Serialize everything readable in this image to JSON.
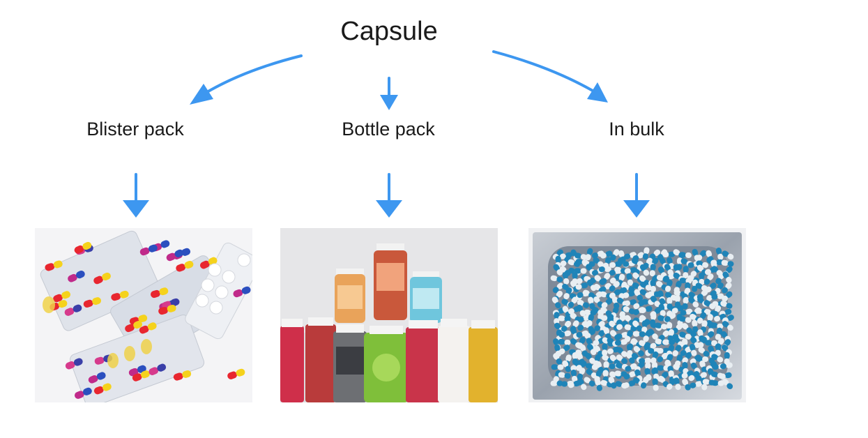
{
  "root": {
    "label": "Capsule"
  },
  "branches": [
    {
      "label": "Blister pack",
      "image": "blister-pack-photo"
    },
    {
      "label": "Bottle pack",
      "image": "bottle-pack-photo"
    },
    {
      "label": "In bulk",
      "image": "bulk-bag-photo"
    }
  ],
  "colors": {
    "arrow": "#3d97f0",
    "text": "#1a1a1a",
    "capsule_blue": "#1f84b8",
    "capsule_white": "#e8eef2"
  }
}
